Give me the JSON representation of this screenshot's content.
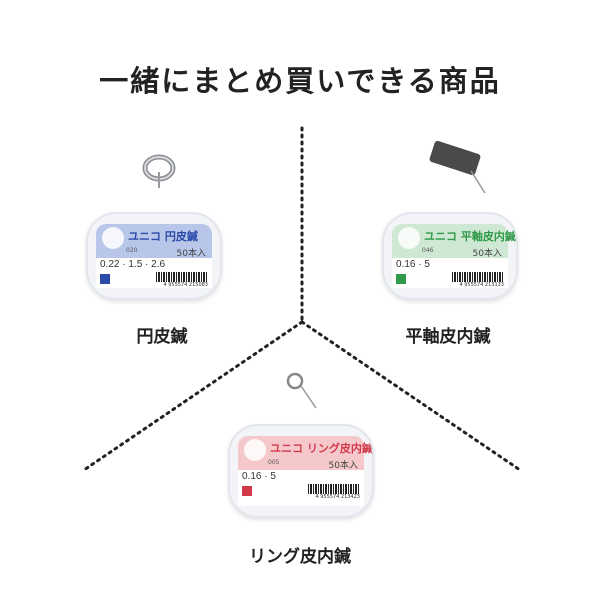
{
  "title": "一緒にまとめ買いできる商品",
  "products": [
    {
      "name": "円皮鍼",
      "brand": "ユニコ 円皮鍼",
      "code": "020",
      "count": "50本入",
      "sizes": "0.22 · 1.5 · 2.6",
      "barcode": "4 955574 215083",
      "color": "#b8c6ea",
      "text_color": "#2a4aa8"
    },
    {
      "name": "平軸皮内鍼",
      "brand": "ユニコ 平軸皮内鍼",
      "code": "046",
      "count": "50本入",
      "sizes": "0.16 · 5",
      "barcode": "4 955574 213133",
      "color": "#cfe8d4",
      "text_color": "#2f9a4a"
    },
    {
      "name": "リング皮内鍼",
      "brand": "ユニコ リング皮内鍼",
      "code": "005",
      "count": "50本入",
      "sizes": "0.16 · 5",
      "barcode": "4 955574 213423",
      "color": "#f5c9cc",
      "text_color": "#d23a4a"
    }
  ]
}
